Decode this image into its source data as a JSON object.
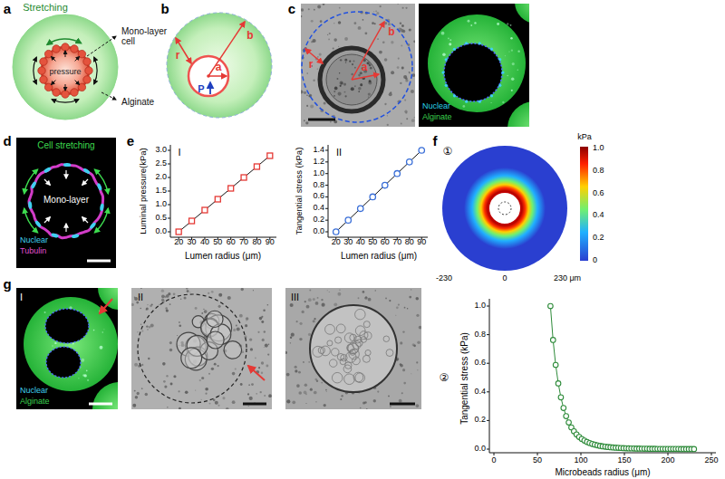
{
  "diagram": {
    "labels": [
      "a",
      "b",
      "c",
      "d",
      "e",
      "f",
      "g",
      "Stretching",
      "Mono-layer cell",
      "pressure",
      "Alginate",
      "b",
      "a",
      "r",
      "P",
      "b",
      "r",
      "a",
      "Nuclear",
      "Alginate",
      "Cell stretching",
      "Mono-layer",
      "Nuclear",
      "Tubulin",
      "I",
      "Luminal pressure(kPa)",
      "0.0",
      "0.5",
      "1.0",
      "1.5",
      "2.0",
      "2.5",
      "3.0",
      "20",
      "30",
      "40",
      "50",
      "60",
      "70",
      "80",
      "90",
      "Lumen radius (μm)",
      "II",
      "Tangential stress (kPa)",
      "0.0",
      "0.2",
      "0.4",
      "0.6",
      "0.8",
      "1.0",
      "1.2",
      "1.4",
      "20",
      "30",
      "40",
      "50",
      "60",
      "70",
      "80",
      "90",
      "Lumen radius (μm)",
      "①",
      "kPa",
      "1.0",
      "0.8",
      "0.6",
      "0.4",
      "0.2",
      "0",
      "-230",
      "0",
      "230 μm",
      "②",
      "Tangential stress (kPa)",
      "0.0",
      "0.2",
      "0.4",
      "0.6",
      "0.8",
      "1.0",
      "0",
      "50",
      "100",
      "150",
      "200",
      "250",
      "Microbeads radius (μm)",
      "I",
      "II",
      "III",
      "Nuclear",
      "Alginate"
    ]
  }
}
